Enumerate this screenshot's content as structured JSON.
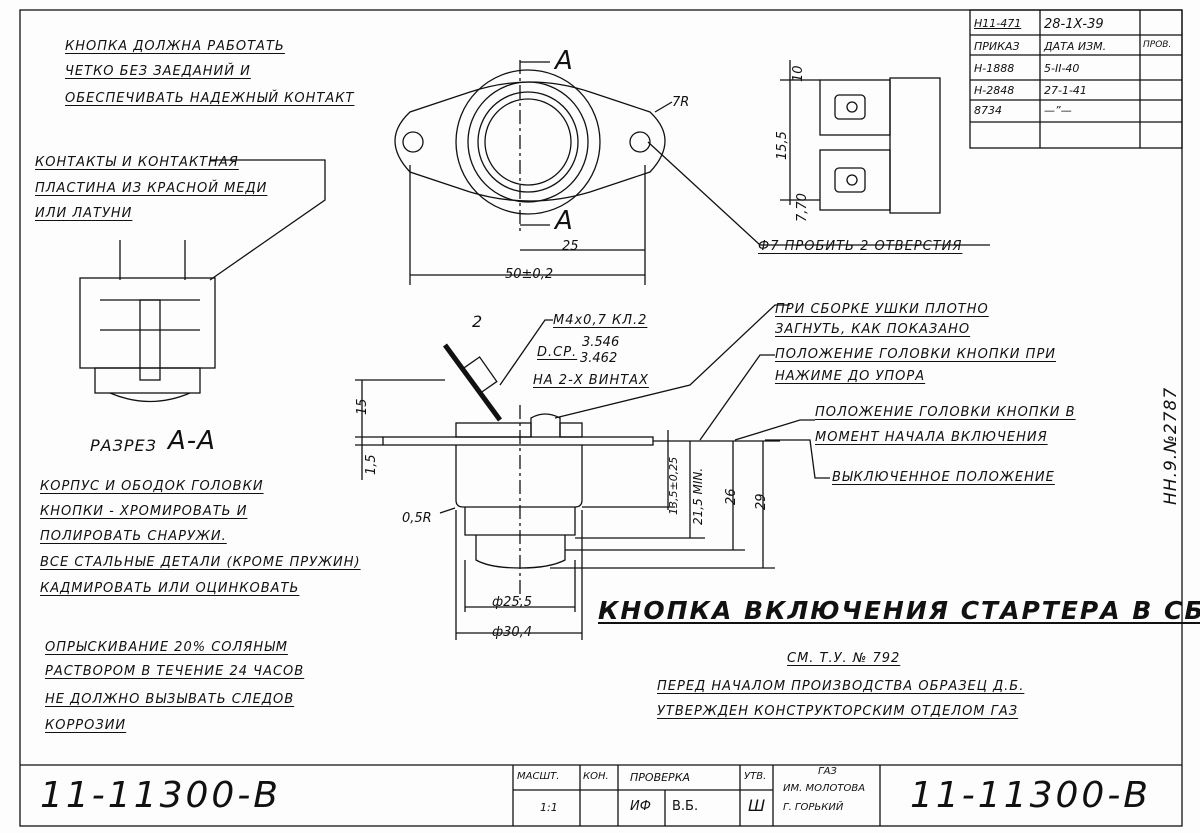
{
  "notes_top": [
    "КНОПКА ДОЛЖНА РАБОТАТЬ",
    "ЧЕТКО БЕЗ ЗАЕДАНИЙ И",
    "ОБЕСПЕЧИВАТЬ НАДЕЖНЫЙ КОНТАКТ"
  ],
  "notes_contacts": [
    "КОНТАКТЫ И КОНТАКТНАЯ",
    "ПЛАСТИНА ИЗ КРАСНОЙ МЕДИ",
    "ИЛИ ЛАТУНИ"
  ],
  "section_label": "РАЗРЕЗ",
  "section_letters": "A-A",
  "notes_finish": [
    "КОРПУС И ОБОДОК ГОЛОВКИ",
    "КНОПКИ - ХРОМИРОВАТЬ И",
    "ПОЛИРОВАТЬ СНАРУЖИ.",
    "ВСЕ СТАЛЬНЫЕ ДЕТАЛИ (КРОМЕ ПРУЖИН)",
    "КАДМИРОВАТЬ ИЛИ ОЦИНКОВАТЬ"
  ],
  "notes_corrosion": [
    "ОПРЫСКИВАНИЕ 20% СОЛЯНЫМ",
    "РАСТВОРОМ В ТЕЧЕНИЕ 24 ЧАСОВ",
    "НЕ ДОЛЖНО ВЫЗЫВАТЬ СЛЕДОВ",
    "КОРРОЗИИ"
  ],
  "plan_view": {
    "section_mark_top": "A",
    "section_mark_bottom": "A",
    "radius": "7R",
    "dim_25": "25",
    "dim_50": "50±0,2",
    "hole_note": "Ф7 ПРОБИТЬ 2 ОТВЕРСТИЯ"
  },
  "side_view": {
    "dim_10": "10",
    "dim_15_5": "15,5",
    "dim_7_70": "7,70"
  },
  "section_view": {
    "dim_2": "2",
    "thread": "М4х0,7 КЛ.2",
    "dcp_label": "D.СР.",
    "dcp_upper": "3.546",
    "dcp_lower": "3.462",
    "screws": "НА 2-Х ВИНТАХ",
    "dim_15": "15",
    "dim_1_5": "1,5",
    "radius_0_5": "0,5R",
    "dim_13_5": "13,5±0,25",
    "dim_21_5": "21,5 MIN.",
    "dim_26": "26",
    "dim_29": "29",
    "dia_25_5": "ф25,5",
    "dia_30_4": "ф30,4"
  },
  "callouts": [
    [
      "ПРИ СБОРКЕ УШКИ ПЛОТНО",
      "ЗАГНУТЬ, КАК ПОКАЗАНО"
    ],
    [
      "ПОЛОЖЕНИЕ ГОЛОВКИ КНОПКИ ПРИ",
      "НАЖИМЕ ДО УПОРА"
    ],
    [
      "ПОЛОЖЕНИЕ ГОЛОВКИ КНОПКИ В",
      "МОМЕНТ НАЧАЛА ВКЛЮЧЕНИЯ"
    ],
    [
      "ВЫКЛЮЧЕННОЕ ПОЛОЖЕНИЕ"
    ]
  ],
  "side_stamp": "НН.9.№2787",
  "drawing_title": "КНОПКА ВКЛЮЧЕНИЯ СТАРТЕРА В СБОРЕ",
  "spec_lines": [
    "СМ. Т.У. № 792",
    "ПЕРЕД НАЧАЛОМ ПРОИЗВОДСТВА ОБРАЗЕЦ Д.Б.",
    "УТВЕРЖДЕН КОНСТРУКТОРСКИМ ОТДЕЛОМ ГАЗ"
  ],
  "revision_table": {
    "header": [
      "ПРИКАЗ",
      "ДАТА ИЗМ.",
      "ПРОВ."
    ],
    "first_row": [
      "Н11-471",
      "28-1Х-39",
      ""
    ],
    "rows": [
      [
        "Н-1888",
        "5-II-40",
        ""
      ],
      [
        "Н-2848",
        "27-1-41",
        ""
      ],
      [
        "8734",
        "—”—",
        ""
      ],
      [
        "",
        "",
        ""
      ]
    ]
  },
  "drawing_number_left": "11-11300-B",
  "title_block": {
    "scale_label": "МАСШТ.",
    "scale_value": "1:1",
    "kon_label": "КОН.",
    "check_label": "ПРОВЕРКА",
    "check_sig": "ИФ",
    "check_initials": "В.Б.",
    "approved_label": "УТВ.",
    "approved_sig": "Ш",
    "plant": [
      "ГАЗ",
      "ИМ. МОЛОТОВА",
      "Г. ГОРЬКИЙ"
    ],
    "drawing_number": "11-11300-B"
  }
}
